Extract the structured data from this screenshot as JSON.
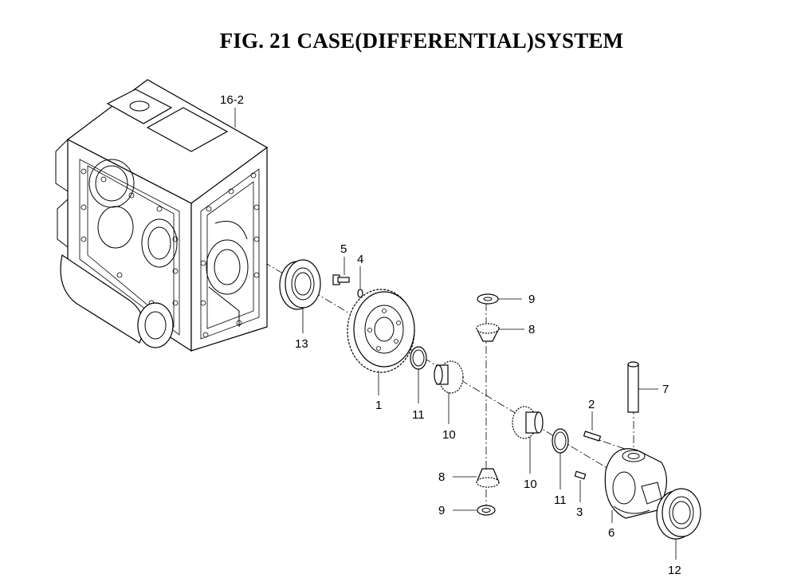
{
  "title": "FIG. 21  CASE(DIFFERENTIAL)SYSTEM",
  "callouts": {
    "p16_2": "16-2",
    "p13": "13",
    "p5": "5",
    "p4": "4",
    "p1": "1",
    "p11a": "11",
    "p10a": "10",
    "p9a": "9",
    "p8a": "8",
    "p10b": "10",
    "p11b": "11",
    "p8b": "8",
    "p9b": "9",
    "p2": "2",
    "p3": "3",
    "p6": "6",
    "p7": "7",
    "p12": "12"
  }
}
